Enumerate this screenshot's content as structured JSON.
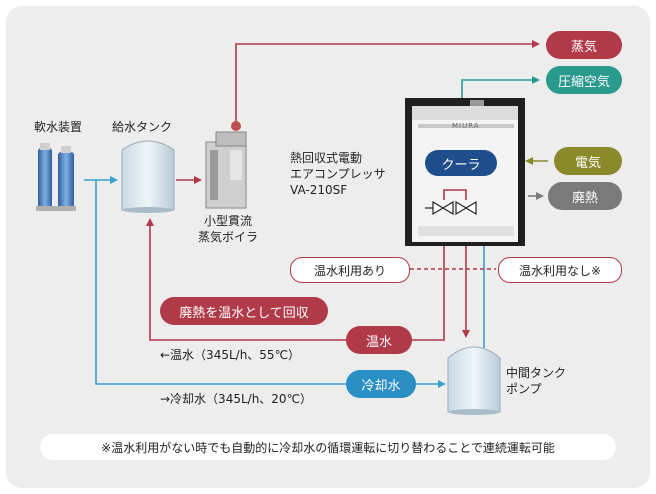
{
  "outputs": {
    "steam": "蒸気",
    "compressed_air": "圧縮空気",
    "heat_waste": "廃熱"
  },
  "inputs": {
    "electricity": "電気"
  },
  "equipment": {
    "softener": "軟水装置",
    "feed_tank": "給水タンク",
    "boiler_line1": "小型貫流",
    "boiler_line2": "蒸気ボイラ",
    "compressor_line1": "熱回収式電動",
    "compressor_line2": "エアコンプレッサ",
    "compressor_model": "VA-210SF",
    "cooler": "クーラ",
    "brand": "MIURA",
    "mid_tank_line1": "中間タンク",
    "mid_tank_line2": "ポンプ"
  },
  "modes": {
    "with_hot_water": "温水利用あり",
    "without_hot_water": "温水利用なし※"
  },
  "flows": {
    "recovery": "廃熱を温水として回収",
    "hot_water": "温水",
    "cooling_water": "冷却水",
    "hot_water_spec": "←温水（345L/h、55℃）",
    "cooling_water_spec": "→冷却水（345L/h、20℃）"
  },
  "note": "※温水利用がない時でも自動的に冷却水の循環運転に切り替わることで連続運転可能",
  "colors": {
    "red": "#b03a48",
    "teal": "#2a9a8e",
    "olive": "#8a8a2a",
    "gray": "#7a7a7a",
    "blue_line": "#3a9fc9",
    "cyan_pill": "#2a8fc4",
    "navy": "#1f4e8c"
  }
}
